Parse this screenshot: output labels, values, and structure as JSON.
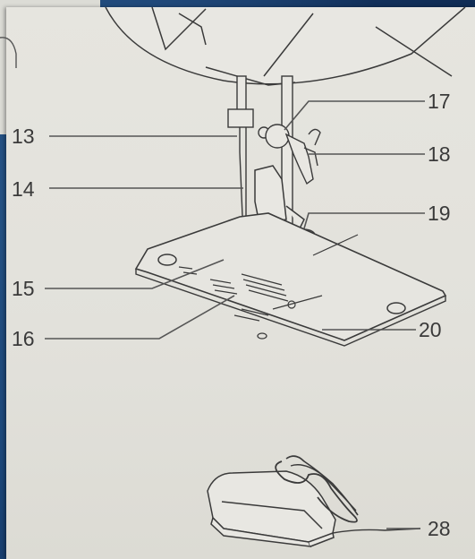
{
  "callouts": [
    {
      "id": "13",
      "text": "13"
    },
    {
      "id": "14",
      "text": "14"
    },
    {
      "id": "15",
      "text": "15"
    },
    {
      "id": "16",
      "text": "16"
    },
    {
      "id": "17",
      "text": "17"
    },
    {
      "id": "18",
      "text": "18"
    },
    {
      "id": "19",
      "text": "19"
    },
    {
      "id": "20",
      "text": "20"
    },
    {
      "id": "28",
      "text": "28"
    }
  ],
  "colors": {
    "background": "#12325c",
    "paper": "#e4e3dd",
    "ink": "#3a3a3a"
  }
}
